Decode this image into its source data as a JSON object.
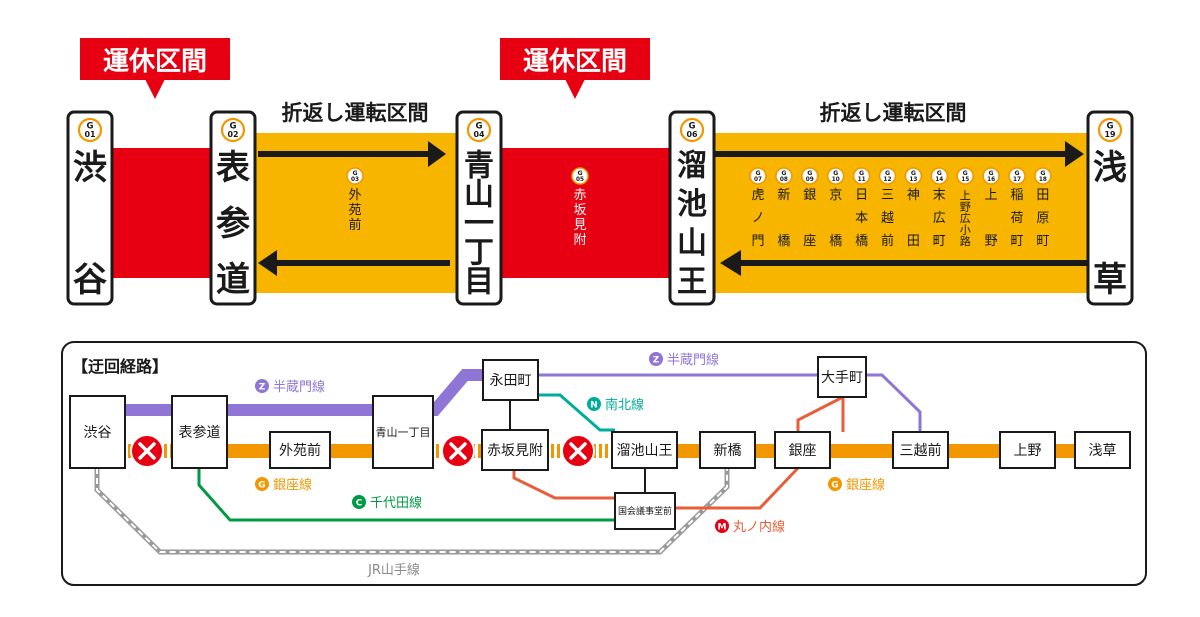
{
  "colors": {
    "ginza": "#f39700",
    "ginza_band": "#f7b500",
    "suspended": "#e60012",
    "hanzomon": "#8f76d6",
    "namboku": "#00ac9b",
    "chiyoda": "#009944",
    "marunouchi": "#e85d3a",
    "jr": "#9a9a9a"
  },
  "top": {
    "suspended_label_1": "運休区間",
    "suspended_label_2": "運休区間",
    "turnback_label_1": "折返し運転区間",
    "turnback_label_2": "折返し運転区間",
    "stations": [
      {
        "num_line": "G",
        "num": "01",
        "name": "渋谷"
      },
      {
        "num_line": "G",
        "num": "02",
        "name": "表参道"
      },
      {
        "num_line": "G",
        "num": "04",
        "name": "青山一丁目"
      },
      {
        "num_line": "G",
        "num": "06",
        "name": "溜池山王"
      },
      {
        "num_line": "G",
        "num": "19",
        "name": "浅草"
      }
    ],
    "mid_stations": [
      {
        "num_line": "G",
        "num": "03",
        "name": "外苑前"
      },
      {
        "num_line": "G",
        "num": "05",
        "name": "赤坂見附"
      }
    ],
    "small_stations": [
      {
        "num_line": "G",
        "num": "07",
        "name": "虎ノ門"
      },
      {
        "num_line": "G",
        "num": "08",
        "name": "新橋"
      },
      {
        "num_line": "G",
        "num": "09",
        "name": "銀座"
      },
      {
        "num_line": "G",
        "num": "10",
        "name": "京橋"
      },
      {
        "num_line": "G",
        "num": "11",
        "name": "日本橋"
      },
      {
        "num_line": "G",
        "num": "12",
        "name": "三越前"
      },
      {
        "num_line": "G",
        "num": "13",
        "name": "神田"
      },
      {
        "num_line": "G",
        "num": "14",
        "name": "末広町"
      },
      {
        "num_line": "G",
        "num": "15",
        "name": "上野広小路"
      },
      {
        "num_line": "G",
        "num": "16",
        "name": "上野"
      },
      {
        "num_line": "G",
        "num": "17",
        "name": "稲荷町"
      },
      {
        "num_line": "G",
        "num": "18",
        "name": "田原町"
      }
    ]
  },
  "detour": {
    "title": "【迂回経路】",
    "stations": {
      "shibuya": "渋谷",
      "omotesando": "表参道",
      "gaienmae": "外苑前",
      "aoyama": "青山一丁目",
      "nagatacho": "永田町",
      "akasaka": "赤坂見附",
      "tameike": "溜池山王",
      "kokkai": "国会議事堂前",
      "shimbashi": "新橋",
      "ginza": "銀座",
      "otemachi": "大手町",
      "mitsukoshi": "三越前",
      "ueno": "上野",
      "asakusa": "浅草"
    },
    "lines": {
      "hanzomon_1": {
        "mark": "Z",
        "name": "半蔵門線"
      },
      "hanzomon_2": {
        "mark": "Z",
        "name": "半蔵門線"
      },
      "namboku": {
        "mark": "N",
        "name": "南北線"
      },
      "ginza_1": {
        "mark": "G",
        "name": "銀座線"
      },
      "ginza_2": {
        "mark": "G",
        "name": "銀座線"
      },
      "chiyoda": {
        "mark": "C",
        "name": "千代田線"
      },
      "marunouchi": {
        "mark": "M",
        "name": "丸ノ内線"
      },
      "jr": {
        "name": "JR山手線"
      }
    }
  }
}
